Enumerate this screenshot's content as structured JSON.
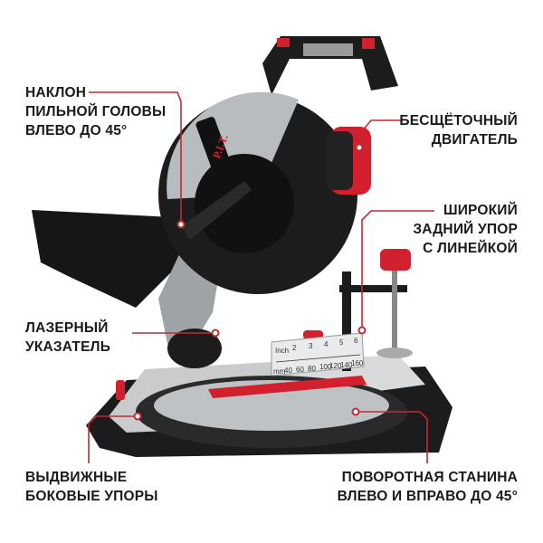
{
  "brand_logo": "P.I.T.",
  "callouts": {
    "tilt": [
      "НАКЛОН",
      "ПИЛЬНОЙ ГОЛОВЫ",
      "ВЛЕВО ДО 45°"
    ],
    "motor": [
      "БЕСЩЁТОЧНЫЙ",
      "ДВИГАТЕЛЬ"
    ],
    "fence": [
      "ШИРОКИЙ",
      "ЗАДНИЙ УПОР",
      "С ЛИНЕЙКОЙ"
    ],
    "laser": [
      "ЛАЗЕРНЫЙ",
      "УКАЗАТЕЛЬ"
    ],
    "side_stops": [
      "ВЫДВИЖНЫЕ",
      "БОКОВЫЕ УПОРЫ"
    ],
    "turntable": [
      "ПОВОРОТНАЯ СТАНИНА",
      "ВЛЕВО И ВПРАВО ДО 45°"
    ]
  },
  "ruler": {
    "inch_label": "Inch",
    "inch_ticks": [
      "2",
      "3",
      "4",
      "5",
      "6"
    ],
    "mm_label": "mm",
    "mm_ticks": [
      "40",
      "60",
      "80",
      "100",
      "120",
      "140",
      "160"
    ]
  },
  "colors": {
    "accent": "#d3202e",
    "body": "#1b1b1b",
    "metal": "#b9bcbf"
  }
}
